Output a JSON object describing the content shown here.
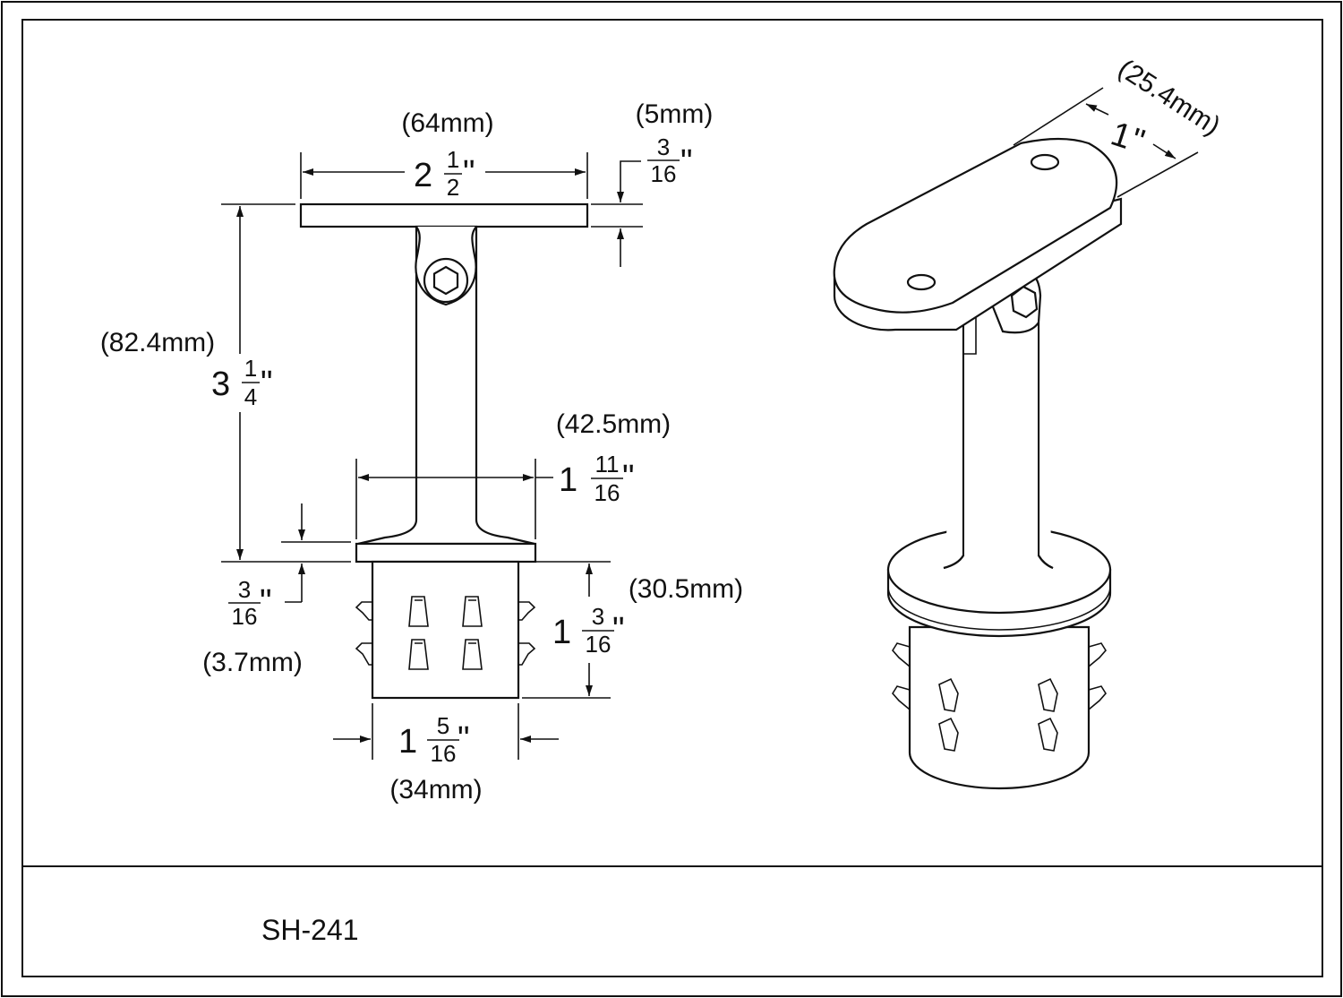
{
  "drawing": {
    "part_code": "SH-241",
    "saddle_width": {
      "whole": "2",
      "num": "1",
      "den": "2",
      "unit": "\"",
      "mm": "(64mm)"
    },
    "saddle_thickness": {
      "num": "3",
      "den": "16",
      "unit": "\"",
      "mm": "(5mm)"
    },
    "overall_height": {
      "whole": "3",
      "num": "1",
      "den": "4",
      "unit": "\"",
      "mm": "(82.4mm)"
    },
    "flange_width": {
      "whole": "1",
      "num": "11",
      "den": "16",
      "unit": "\"",
      "mm": "(42.5mm)"
    },
    "flange_thickness": {
      "num": "3",
      "den": "16",
      "unit": "\"",
      "mm": "(3.7mm)"
    },
    "base_height": {
      "whole": "1",
      "num": "3",
      "den": "16",
      "unit": "\"",
      "mm": "(30.5mm)"
    },
    "base_width": {
      "whole": "1",
      "num": "5",
      "den": "16",
      "unit": "\"",
      "mm": "(34mm)"
    },
    "saddle_depth": {
      "whole": "1",
      "unit": "\"",
      "mm": "(25.4mm)"
    }
  }
}
